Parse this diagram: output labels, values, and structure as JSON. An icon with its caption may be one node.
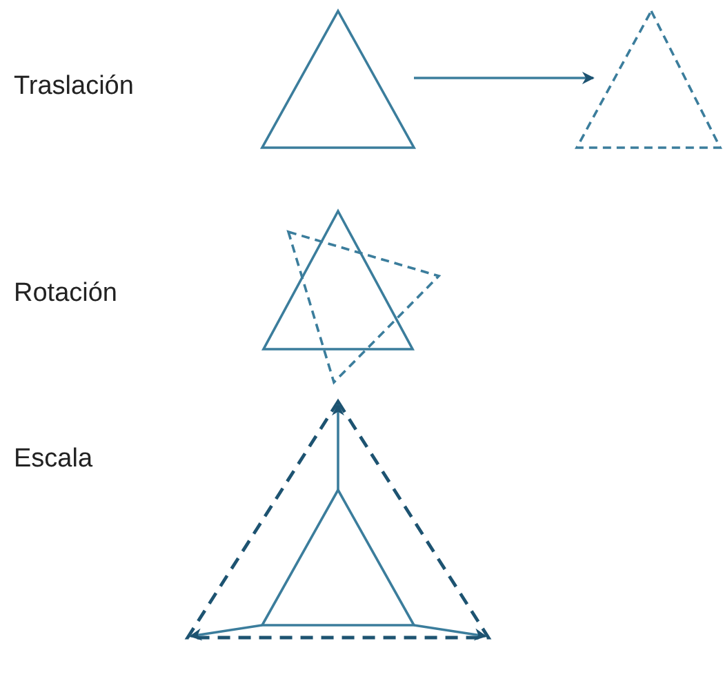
{
  "diagram": {
    "nodes": [
      {
        "text": [],
        "shape": "triangle"
      },
      {
        "text": [],
        "shape": "triangle"
      },
      {
        "text": [],
        "shape": "triangle"
      },
      {
        "text": [],
        "shape": "triangle"
      },
      {
        "text": [],
        "shape": "triangle"
      },
      {
        "text": [],
        "shape": "triangle",
        "in": 4
      }
    ],
    "edges": [
      {
        "from": 0,
        "to": 1,
        "arrow": "to"
      },
      {
        "from": 5,
        "to": 4,
        "arrow": "to"
      },
      {
        "from": 5,
        "to": 4,
        "arrow": "to"
      },
      {
        "from": 5,
        "to": 4,
        "arrow": "to"
      }
    ],
    "labels": [
      "Traslación",
      "Rotación",
      "Escala"
    ]
  }
}
